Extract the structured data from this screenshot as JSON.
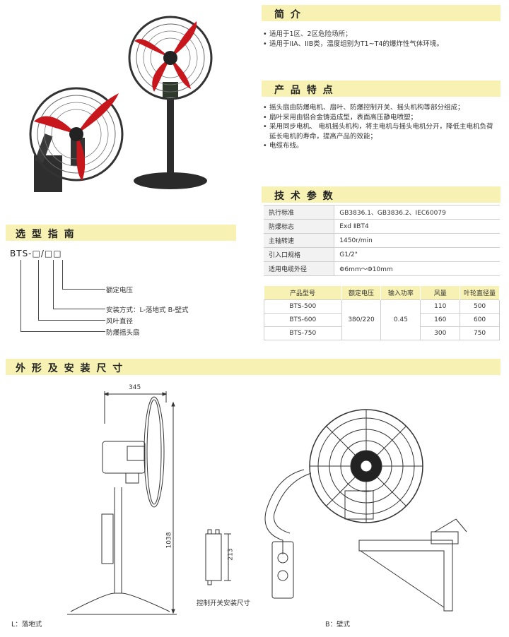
{
  "intro": {
    "title": "简 介",
    "items": [
      "适用于1区、2区危险场所；",
      "适用于IIA、IIB类，温度组别为T1~T4的爆炸性气体环境。"
    ]
  },
  "features": {
    "title": "产 品 特 点",
    "items": [
      "摇头扇由防爆电机、扇叶、防爆控制开关、摇头机构等部分组成；",
      "扇叶采用由铝合金铸造成型，表面高压静电喷塑；",
      "采用同步电机、          电机摇头机构，将主电机与摇头电机分开，降低主电机负荷延长电机的寿命，提高产品的效能；",
      "电缆布线。"
    ]
  },
  "tech": {
    "title": "技 术 参 数",
    "rows": [
      {
        "k": "执行标准",
        "v": "GB3836.1、GB3836.2、IEC60079"
      },
      {
        "k": "防爆标志",
        "v": "Exd ⅡBT4"
      },
      {
        "k": "主轴转速",
        "v": "1450r/min"
      },
      {
        "k": "引入口规格",
        "v": "G1/2\""
      },
      {
        "k": "适用电缆外径",
        "v": "Φ6mm～Φ10mm"
      }
    ]
  },
  "products": {
    "headers": [
      "产品型号",
      "额定电压",
      "输入功率",
      "风量",
      "叶轮直径量"
    ],
    "models": [
      "BTS-500",
      "BTS-600",
      "BTS-750"
    ],
    "voltage": "380/220",
    "power": "0.45",
    "airflow": [
      "110",
      "160",
      "300"
    ],
    "diameter": [
      "500",
      "600",
      "750"
    ]
  },
  "guide": {
    "title": "选 型 指 南",
    "code": "BTS-□/□□",
    "labels": [
      "额定电压",
      "安装方式：L-落地式 B-壁式",
      "风叶直径",
      "防爆摇头扇"
    ]
  },
  "dims": {
    "title": "外 形 及 安 装 尺 寸",
    "width": "345",
    "height": "1038",
    "switch_h": "213",
    "switch_caption": "控制开关安装尺寸",
    "floor_caption": "L：落地式",
    "wall_caption": "B：壁式"
  },
  "colors": {
    "banner": "#f7f2b4",
    "blade": "#c8161d",
    "fan_body": "#3a3a3a"
  }
}
